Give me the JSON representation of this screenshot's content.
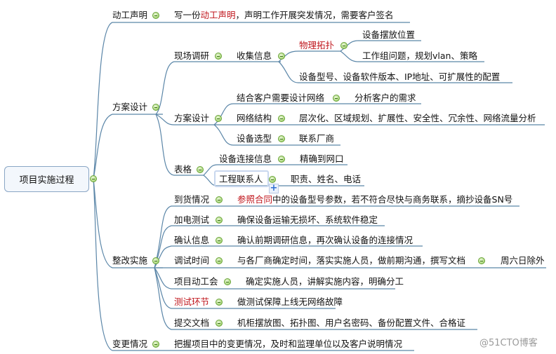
{
  "root": {
    "label": "项目实施过程"
  },
  "branches": {
    "dongong": {
      "label": "动工声明",
      "detail_pre": "写一份",
      "detail_red": "动工声明",
      "detail_post": "，声明工作开展突发情况，需要客户签名"
    },
    "fangan": {
      "label": "方案设计",
      "xianchang": {
        "label": "现场调研",
        "shouji": {
          "label": "收集信息",
          "wuli": {
            "label": "物理拓扑",
            "children": [
              "设备摆放位置",
              "工作组问题，规划vlan、策略"
            ]
          },
          "peizhi": "设备型号、设备软件版本、IP地址、可扩展性的配置"
        }
      },
      "fangan2": {
        "label": "方案设计",
        "jiehe": {
          "label": "结合客户需要设计网络",
          "detail": "分析客户的需求"
        },
        "wangluo": {
          "label": "网络结构",
          "detail": "层次化、区域规划、扩展性、安全性、冗余性、网络流量分析"
        },
        "xuanxing": {
          "label": "设备选型",
          "detail": "联系厂商"
        }
      },
      "biaoge": {
        "label": "表格",
        "lianjie": {
          "label": "设备连接信息",
          "detail": "精确到网口"
        },
        "lianxiren": {
          "label": "工程联系人",
          "detail": "职责、姓名、电话"
        }
      }
    },
    "zhenggai": {
      "label": "整改实施",
      "items": [
        {
          "label": "到货情况",
          "detail_red": "参照合同",
          "detail": "中的设备型号参数，若不符合尽快与商务联系，摘抄设备SN号"
        },
        {
          "label": "加电测试",
          "detail": "确保设备运输无损坏、系统软件稳定"
        },
        {
          "label": "确认信息",
          "detail": "确认前期调研信息，再次确认设备的连接情况"
        },
        {
          "label": "调试时间",
          "detail": "与各厂商确定时间，落实实施人员，做前期沟通，撰写文档",
          "extra": "周六日除外"
        },
        {
          "label": "项目动工会",
          "detail": "确定实施人员，讲解实施内容，明确分工"
        },
        {
          "label": "测试环节",
          "detail": "做测试保障上线无网络故障"
        },
        {
          "label": "提交文档",
          "detail": "机柜摆放图、拓扑图、用户名密码、备份配置文件、合格证"
        }
      ]
    },
    "biangeng": {
      "label": "变更情况",
      "detail": "把握项目中的变更情况，及时和监理单位以及客户说明情况"
    }
  },
  "colors": {
    "line": "#5b86a8",
    "accent_red": "#c0161c",
    "root_border": "#8aa6c5",
    "root_bg": "#f3f7fc"
  },
  "add_button": "+",
  "watermark": "@51CTO博客"
}
